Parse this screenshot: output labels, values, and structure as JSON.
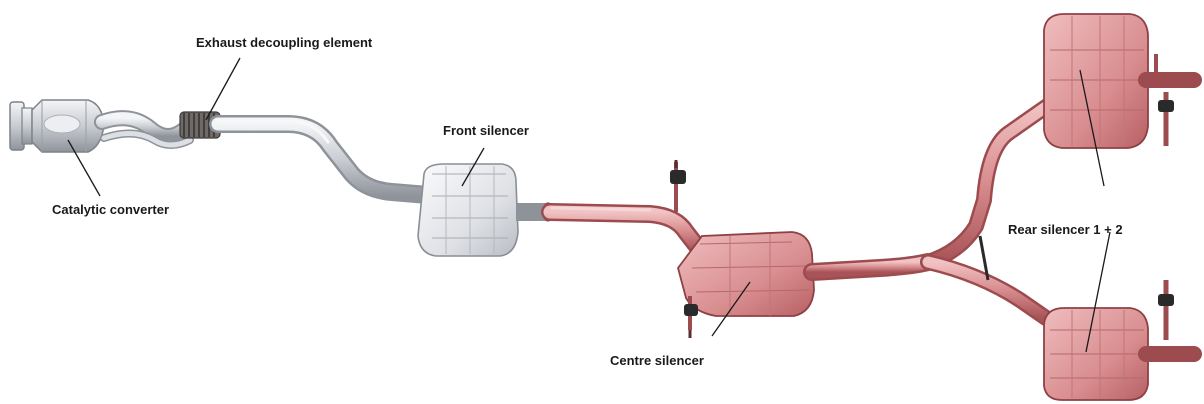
{
  "diagram": {
    "labels": {
      "catalytic_converter": "Catalytic converter",
      "exhaust_decoupling_element": "Exhaust decoupling element",
      "front_silencer": "Front silencer",
      "centre_silencer": "Centre silencer",
      "rear_silencer": "Rear silencer 1 + 2"
    },
    "colors": {
      "steel_pipe": "#d6d8dc",
      "steel_outline": "#8e9299",
      "hot_section": "#d88c8e",
      "hot_outline": "#9c4b4f",
      "label_text": "#1a1a1a",
      "leader_line": "#1a1a1a",
      "hanger": "#2a2a2a"
    }
  }
}
